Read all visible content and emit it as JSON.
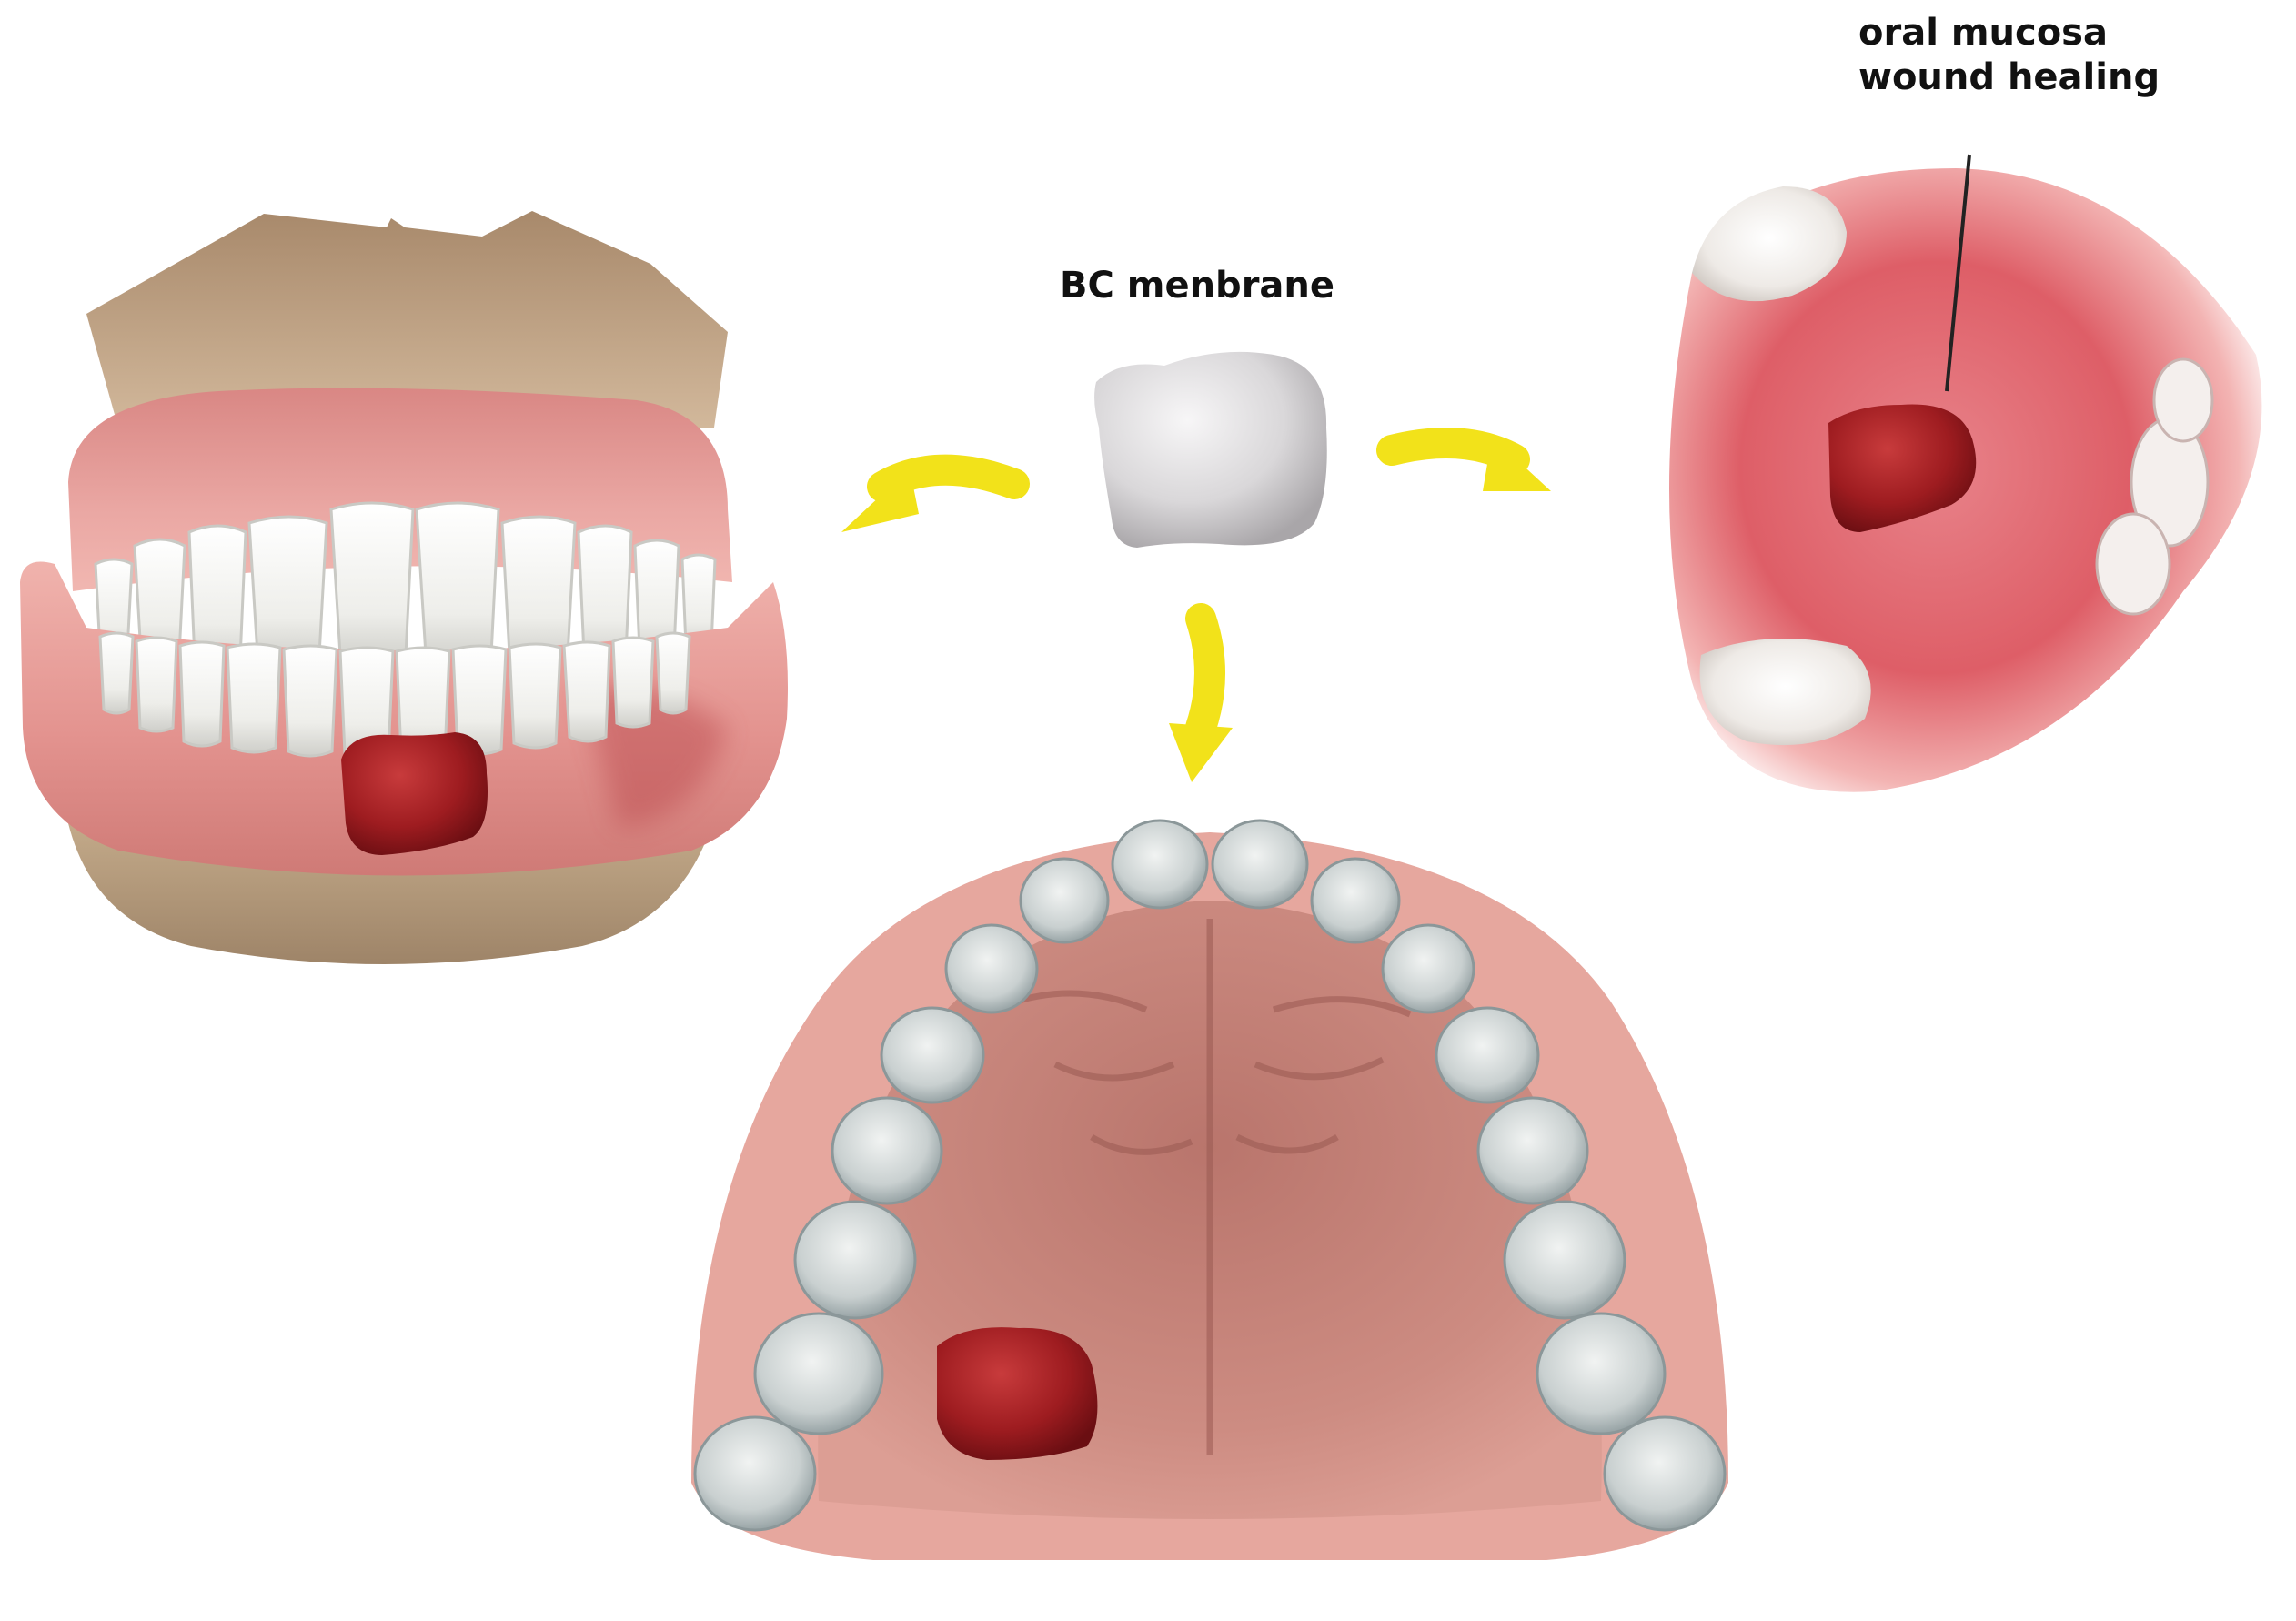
{
  "labels": {
    "bc_membrane": "BC menbrane",
    "oral_mucosa_line1": "oral mucosa",
    "oral_mucosa_line2": "wound healing"
  },
  "colors": {
    "background": "#ffffff",
    "arrow": "#f2e21a",
    "membrane_white": "#dcdadb",
    "membrane_red": "#9e1c20",
    "gum_pink": "#e79a98",
    "tooth_white": "#f4f4f2",
    "skin": "#c2a486",
    "palate": "#c8857c",
    "mucosa": "#e05a63"
  },
  "icons": [
    "bc-membrane-patch-icon",
    "arrow-left-icon",
    "arrow-down-icon",
    "arrow-right-icon",
    "dentures-front-view",
    "upper-jaw-occlusal-view",
    "open-mouth-mucosa-view"
  ]
}
